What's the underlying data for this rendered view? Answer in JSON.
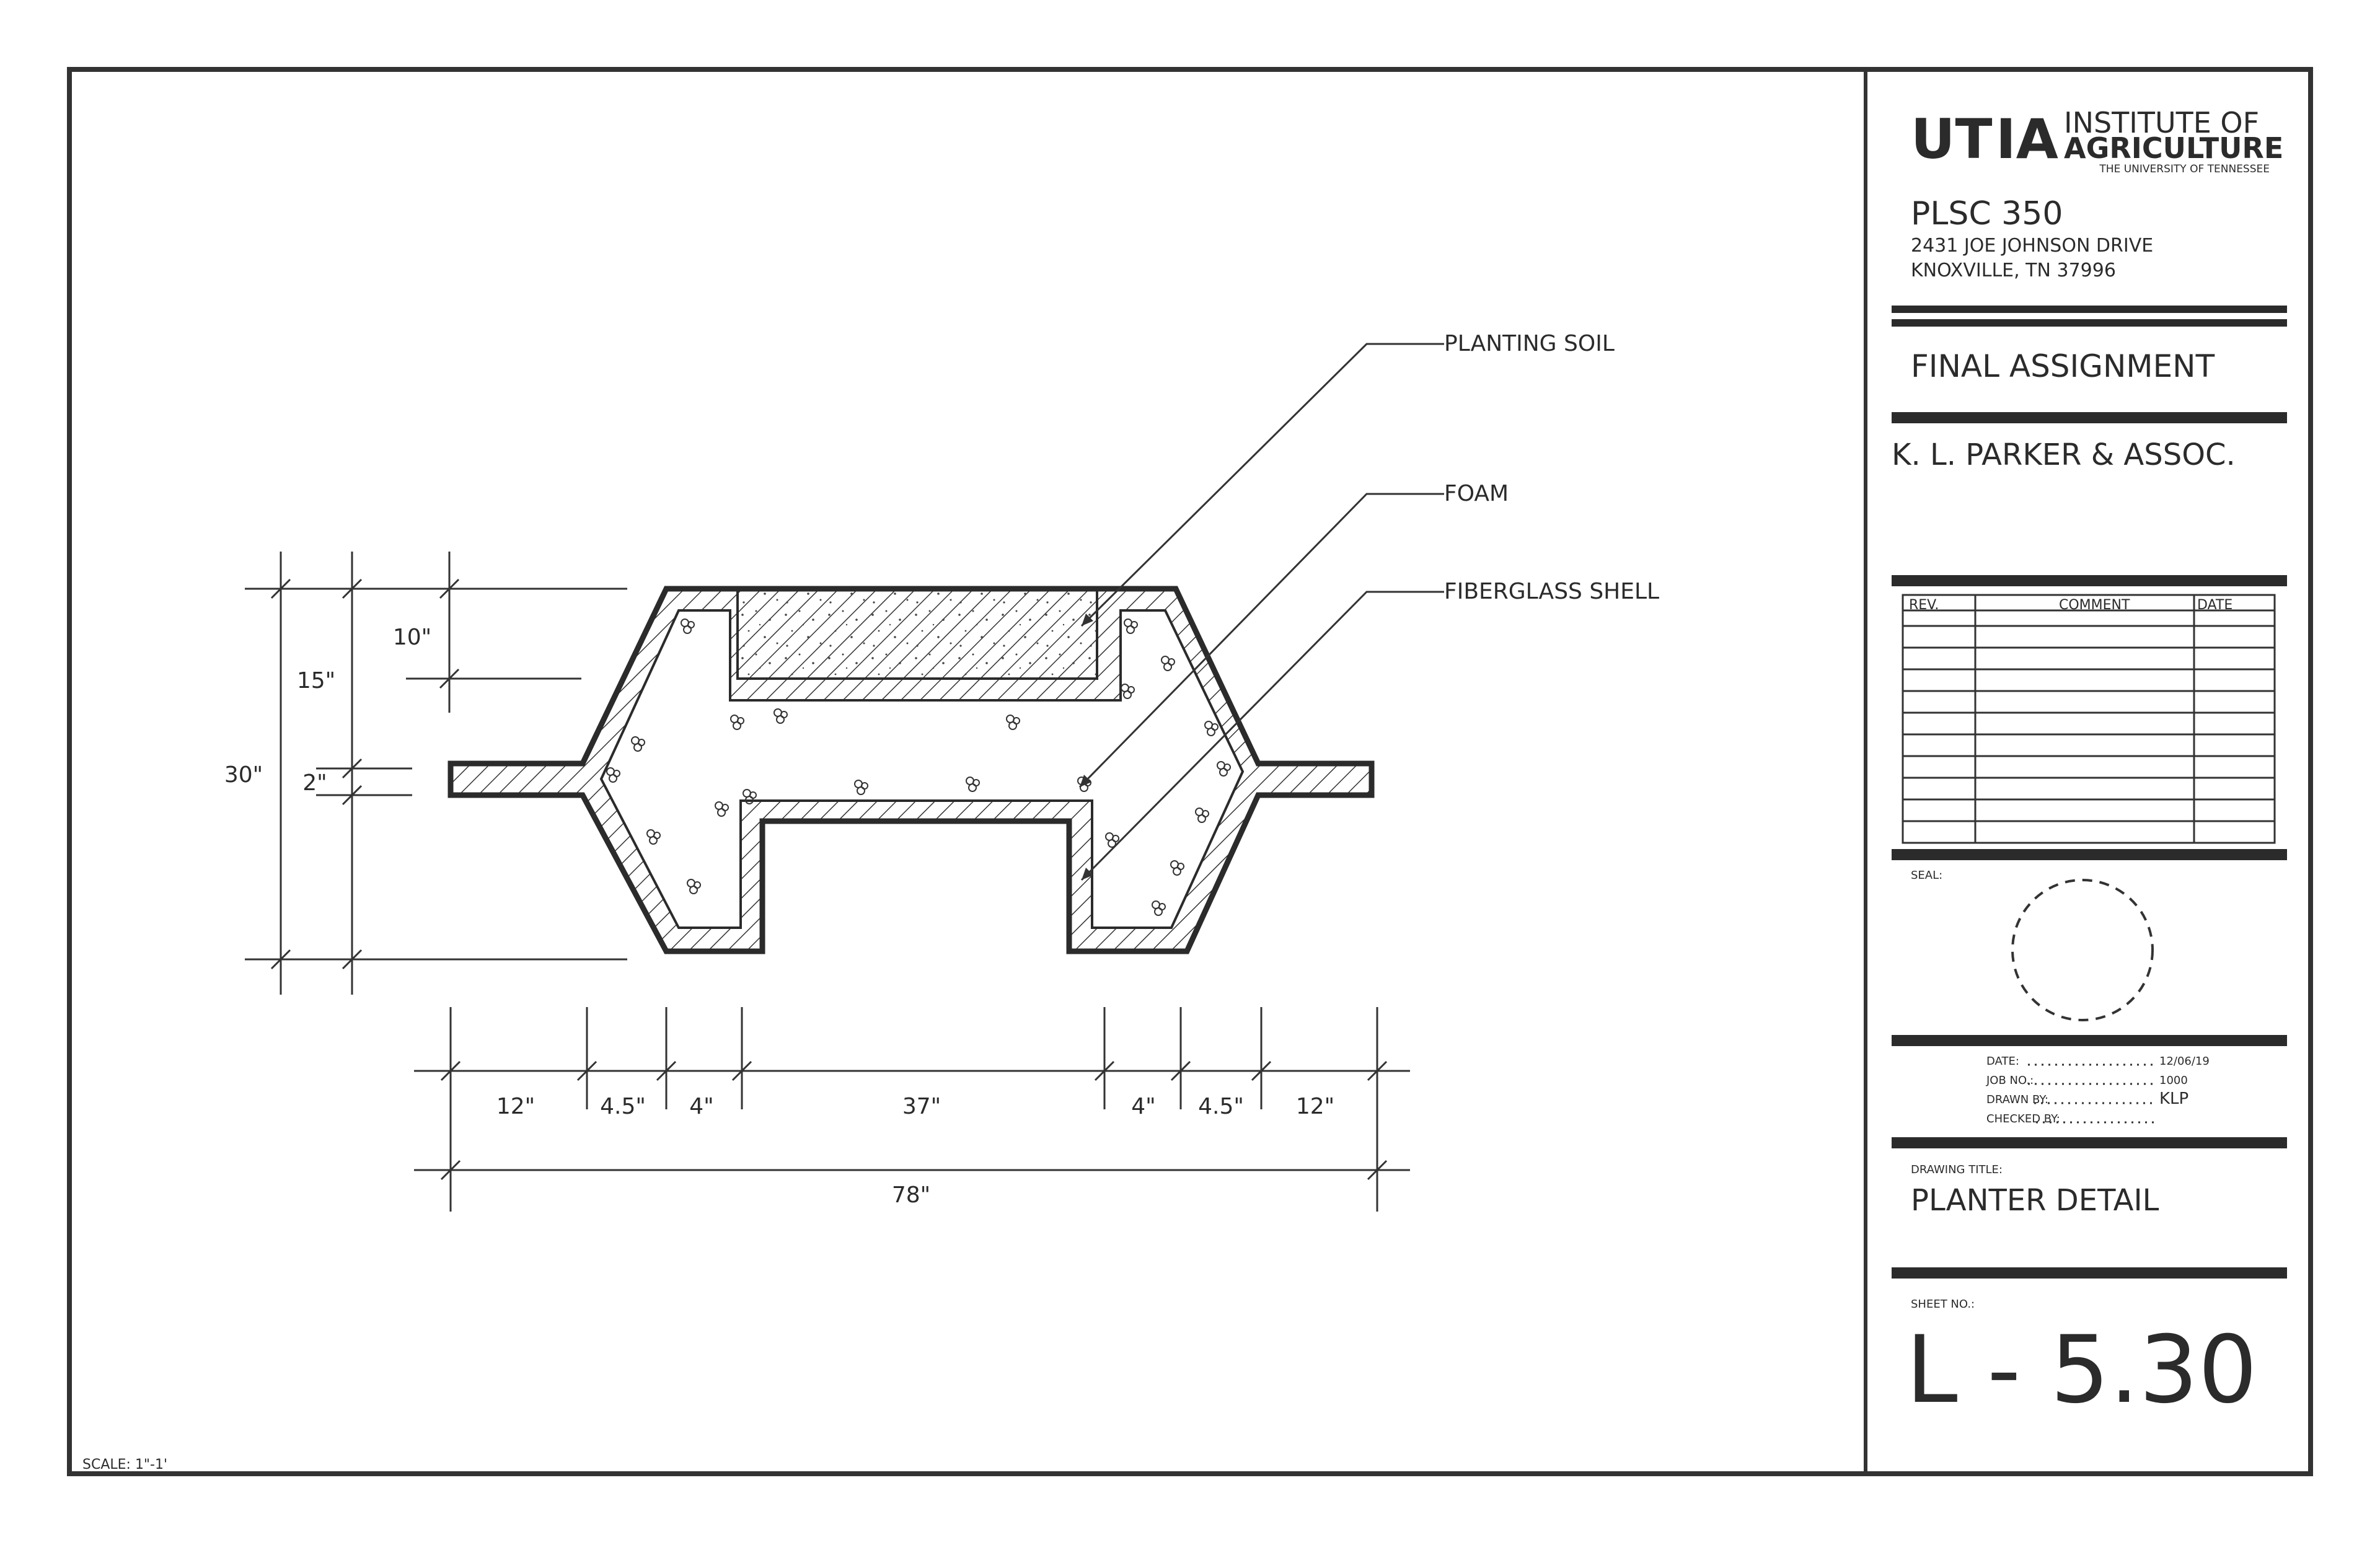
{
  "drawing": {
    "labels": {
      "planting_soil": "PLANTING SOIL",
      "foam": "FOAM",
      "fiberglass_shell": "FIBERGLASS SHELL"
    },
    "dimensions": {
      "top_depth": "10\"",
      "upper_height": "15\"",
      "total_height": "30\"",
      "flange_thickness": "2\"",
      "flange_left": "12\"",
      "taper_left": "4.5\"",
      "wall_left": "4\"",
      "middle": "37\"",
      "wall_right": "4\"",
      "taper_right": "4.5\"",
      "flange_right": "12\"",
      "overall": "78\""
    },
    "scale": "SCALE: 1\"-1'"
  },
  "titleblock": {
    "logo": {
      "mark_part1": "UT",
      "mark_part2": "IA",
      "line1": "INSTITUTE OF",
      "line2": "AGRICULTURE",
      "line3": "THE UNIVERSITY OF TENNESSEE",
      "mark_color": "#ee7f2d",
      "gray_color": "#5c5c5c"
    },
    "course": "PLSC 350",
    "address1": "2431 JOE JOHNSON DRIVE",
    "address2": "KNOXVILLE, TN 37996",
    "assignment": "FINAL ASSIGNMENT",
    "firm": "K. L. PARKER & ASSOC.",
    "revision_table": {
      "headers": [
        "REV.",
        "COMMENT",
        "DATE"
      ]
    },
    "seal_label": "SEAL:",
    "info": {
      "date_label": "DATE:",
      "date_value": "12/06/19",
      "job_label": "JOB NO.:",
      "job_value": "1000",
      "drawn_label": "DRAWN BY:",
      "drawn_value": "KLP",
      "checked_label": "CHECKED BY:",
      "checked_value": ""
    },
    "drawing_title_label": "DRAWING TITLE:",
    "drawing_title": "PLANTER DETAIL",
    "sheet_label": "SHEET NO.:",
    "sheet_number": "L - 5.30"
  }
}
